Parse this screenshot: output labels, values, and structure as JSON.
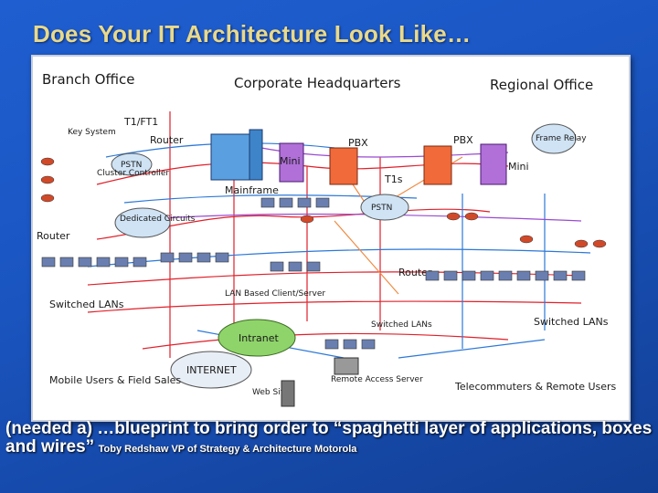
{
  "slide": {
    "title": "Does Your IT Architecture Look Like…"
  },
  "diagram": {
    "labels": {
      "branch_office": "Branch Office",
      "corporate_hq": "Corporate Headquarters",
      "regional_office": "Regional Office",
      "key_system": "Key System",
      "t1": "T1/FT1",
      "router_top": "Router",
      "pstn_left": "PSTN",
      "cluster_controller": "Cluster Controller",
      "dedicated_circuits": "Dedicated Circuits",
      "router_left": "Router",
      "mini_left": "Mini",
      "pbx_mid": "PBX",
      "pbx_right": "PBX",
      "frame_relay": "Frame Relay",
      "mini_right": "Mini",
      "mainframe": "Mainframe",
      "t1s": "T1s",
      "pstn_center": "PSTN",
      "router_center": "Router",
      "switched_lans_left": "Switched LANs",
      "lan_based": "LAN Based Client/Server",
      "switched_lans_center": "Switched LANs",
      "switched_lans_right": "Switched LANs",
      "intranet": "Intranet",
      "internet": "INTERNET",
      "web_sites": "Web Sites",
      "remote_access": "Remote Access Server",
      "mobile_users": "Mobile Users & Field Sales",
      "telecommuters": "Telecommuters & Remote Users"
    },
    "colors": {
      "mainframe": "#5aa0e0",
      "mini": "#b070d8",
      "pbx": "#f06a3a",
      "cloud": "#cfe3f5",
      "intranet": "#8fd46a",
      "link_red": "#e0202a",
      "link_blue": "#2c78d8",
      "link_purple": "#9a4ad0",
      "link_orange": "#f08a40"
    }
  },
  "caption": {
    "main": "(needed a) …blueprint to bring order to “spaghetti layer of applications, boxes and wires”",
    "attribution": "Toby Redshaw VP of Strategy & Architecture Motorola"
  }
}
